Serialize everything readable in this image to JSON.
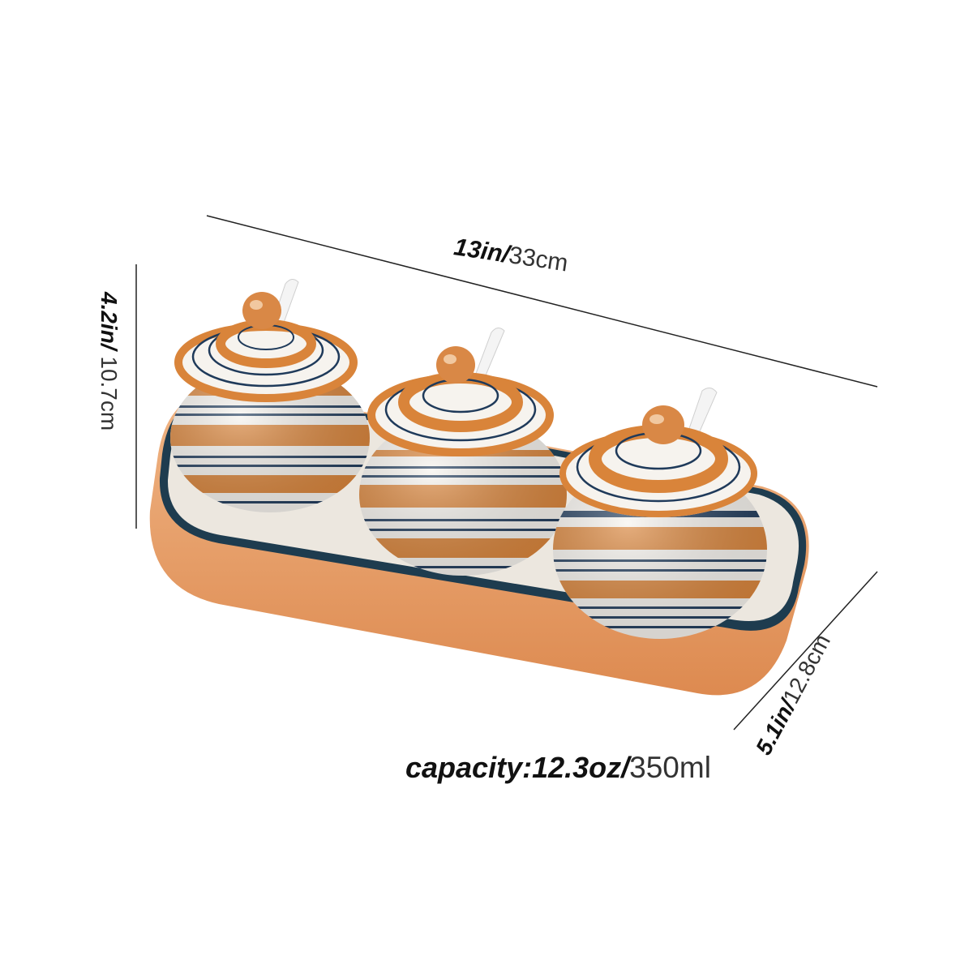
{
  "dimensions": {
    "width": {
      "imperial": "13in/",
      "metric": "33cm"
    },
    "height": {
      "imperial": "4.2in/",
      "metric": "10.7cm"
    },
    "depth": {
      "imperial": "5.1in/",
      "metric": "12.8cm"
    },
    "capacity": {
      "imperial": "capacity:12.3oz/",
      "metric": "350ml"
    }
  },
  "colors": {
    "stripe_orange": "#d9843a",
    "stripe_blue": "#1f3a5a",
    "ceramic_white": "#f6f3ee",
    "tray_rim": "#1e3c4f",
    "tray_outer": "#e59a63",
    "tray_inner": "#ece7df"
  }
}
